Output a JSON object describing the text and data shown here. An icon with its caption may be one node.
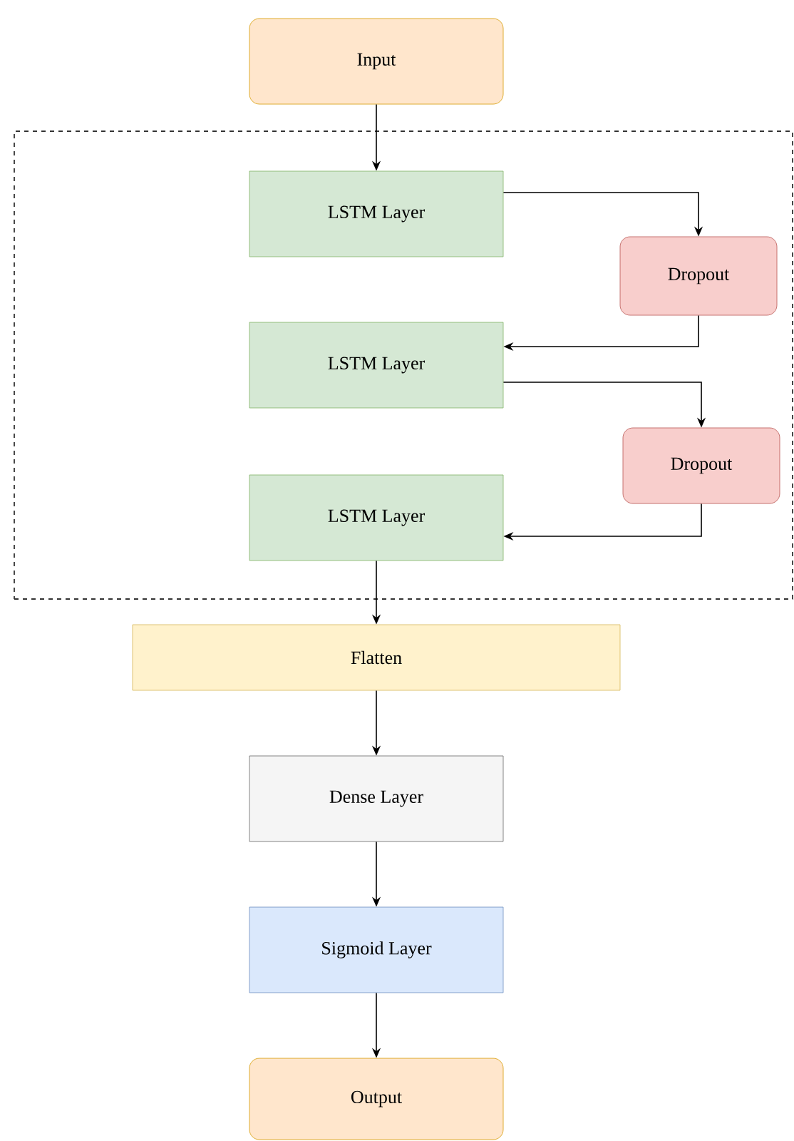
{
  "diagram": {
    "nodes": [
      {
        "text": [
          "Input"
        ]
      },
      {
        "text": [],
        "shape": "box"
      },
      {
        "text": [
          "LSTM Layer"
        ],
        "in": 1
      },
      {
        "text": [
          "Dropout"
        ],
        "in": 1
      },
      {
        "text": [
          "LSTM Layer"
        ],
        "in": 1
      },
      {
        "text": [
          "Dropout"
        ],
        "in": 1
      },
      {
        "text": [
          "LSTM Layer"
        ],
        "in": 1
      },
      {
        "text": [
          "Flatten"
        ]
      },
      {
        "text": [
          "Dense Layer"
        ]
      },
      {
        "text": [
          "Sigmoid Layer"
        ]
      },
      {
        "text": [
          "Output"
        ]
      }
    ],
    "edges": [
      {
        "from": 0,
        "to": 2,
        "arrow": "to"
      },
      {
        "from": 2,
        "to": 3,
        "arrow": "to"
      },
      {
        "from": 3,
        "to": 4,
        "arrow": "to"
      },
      {
        "from": 4,
        "to": 5,
        "arrow": "to"
      },
      {
        "from": 5,
        "to": 6,
        "arrow": "to"
      },
      {
        "from": 6,
        "to": 7,
        "arrow": "to"
      },
      {
        "from": 7,
        "to": 8,
        "arrow": "to"
      },
      {
        "from": 8,
        "to": 9,
        "arrow": "to"
      },
      {
        "from": 9,
        "to": 10,
        "arrow": "to"
      }
    ]
  }
}
